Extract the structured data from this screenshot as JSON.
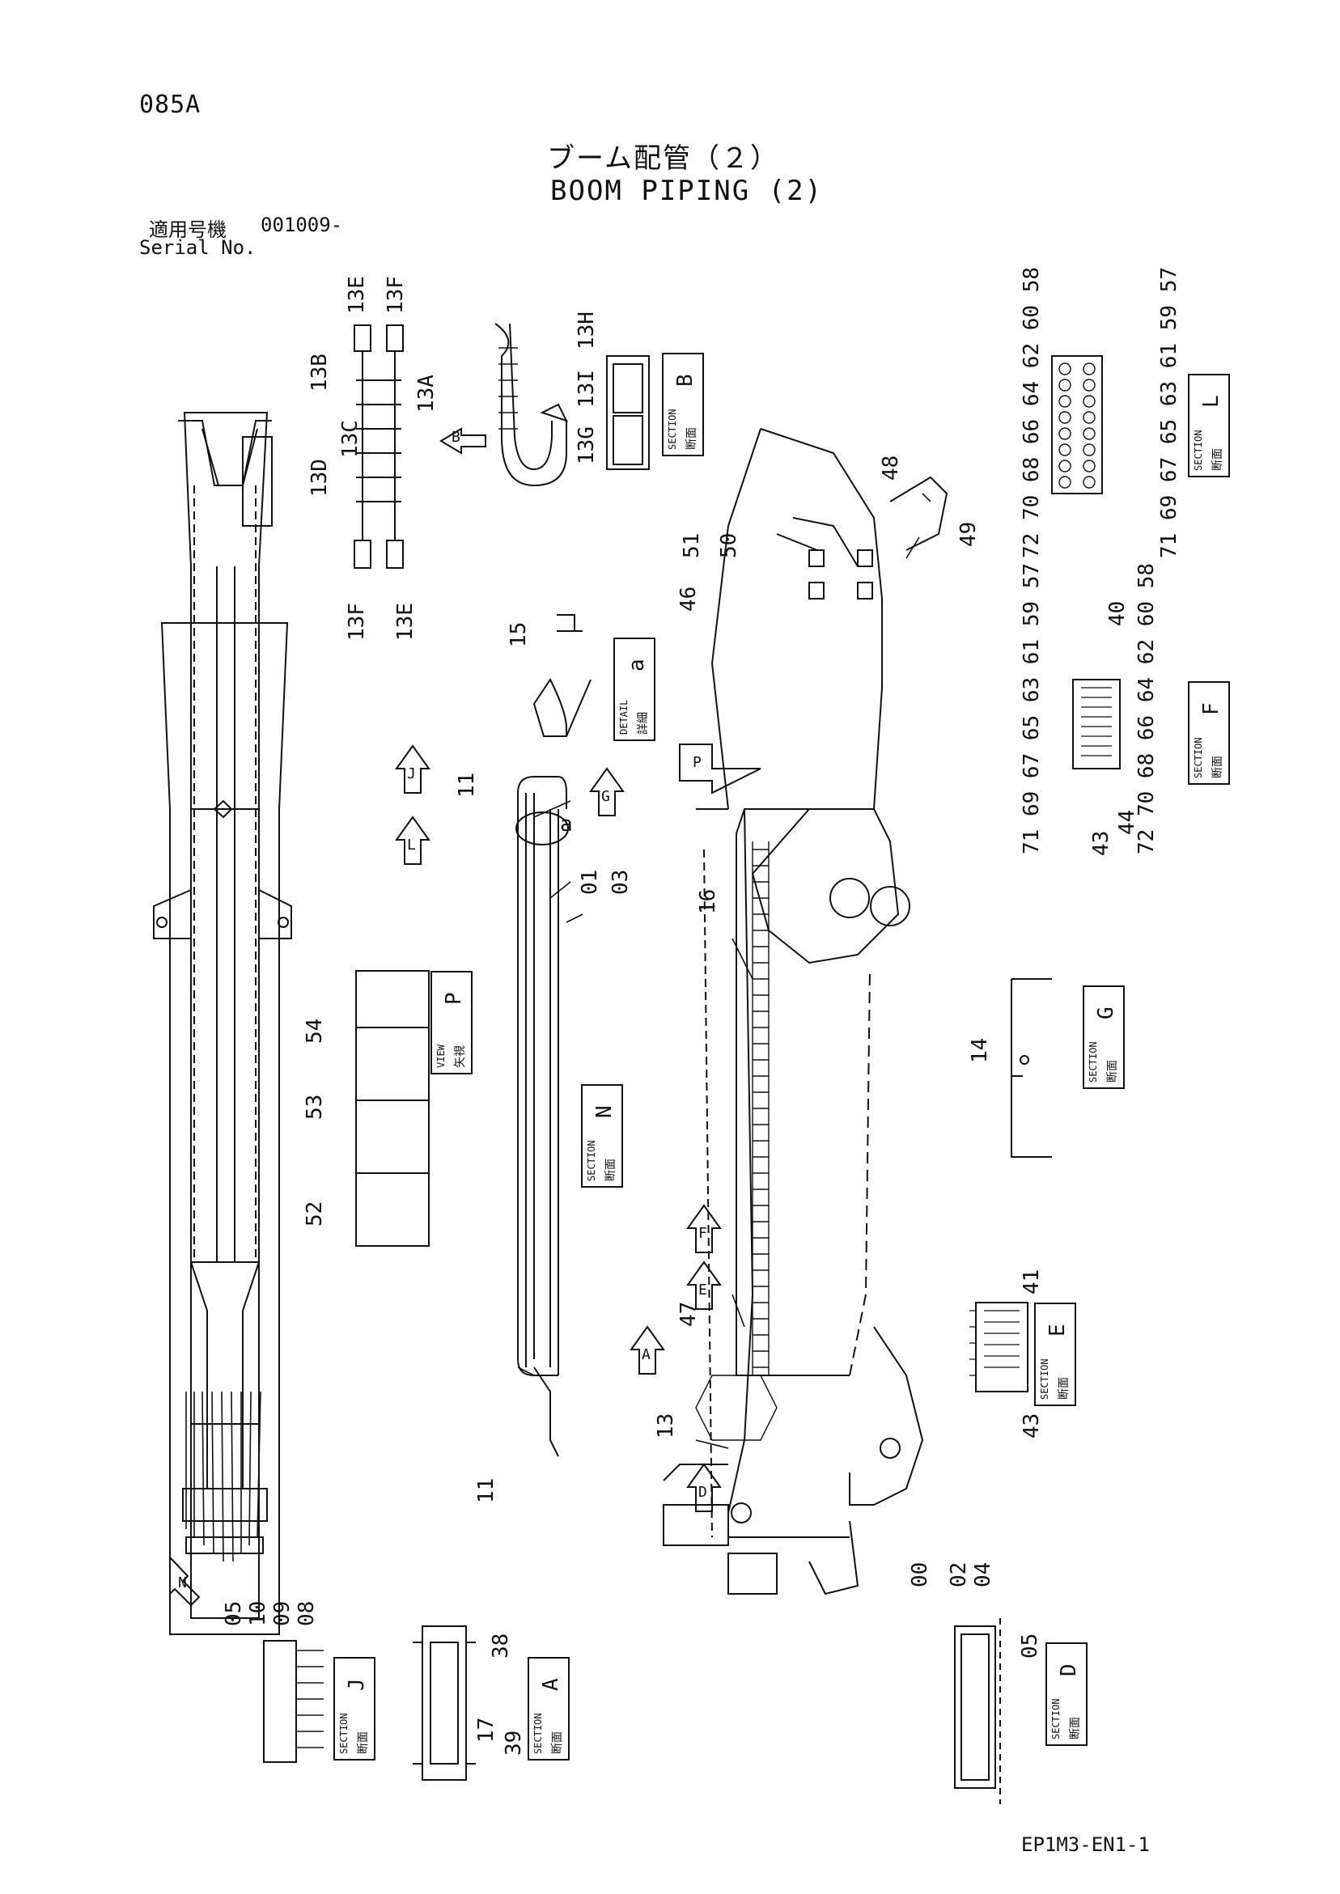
{
  "header": {
    "page_code": "085A",
    "title_jp": "ブーム配管（２）",
    "title_en": "BOOM PIPING (2)",
    "serial_label_jp": "適用号機",
    "serial_range": "001009-",
    "serial_label_en": "Serial No."
  },
  "footer": {
    "doc_code": "EP1M3-EN1-1"
  },
  "chain_labels": [
    "13E",
    "13F",
    "13B",
    "13A",
    "13D",
    "13C",
    "13F",
    "13E",
    "13H",
    "13I",
    "13G"
  ],
  "view_arrows": [
    "B",
    "J",
    "L",
    "G",
    "P",
    "F",
    "E",
    "A",
    "D",
    "N"
  ],
  "sections": {
    "B": {
      "kanji": "断面",
      "word": "SECTION",
      "letter": "B"
    },
    "L": {
      "kanji": "断面",
      "word": "SECTION",
      "letter": "L"
    },
    "F": {
      "kanji": "断面",
      "word": "SECTION",
      "letter": "F"
    },
    "a": {
      "kanji": "詳細",
      "word": "DETAIL",
      "letter": "a"
    },
    "P": {
      "kanji": "矢視",
      "word": "VIEW",
      "letter": "P"
    },
    "N": {
      "kanji": "断面",
      "word": "SECTION",
      "letter": "N"
    },
    "G": {
      "kanji": "断面",
      "word": "SECTION",
      "letter": "G"
    },
    "E": {
      "kanji": "断面",
      "word": "SECTION",
      "letter": "E"
    },
    "J": {
      "kanji": "断面",
      "word": "SECTION",
      "letter": "J"
    },
    "A": {
      "kanji": "断面",
      "word": "SECTION",
      "letter": "A"
    },
    "D": {
      "kanji": "断面",
      "word": "SECTION",
      "letter": "D"
    }
  },
  "parts": {
    "p15": "15",
    "p11a": "11",
    "p11b": "11",
    "p01": "01",
    "p03": "03",
    "pa": "a",
    "p16": "16",
    "p54": "54",
    "p53": "53",
    "p52": "52",
    "p47": "47",
    "p13": "13",
    "p51": "51",
    "p50": "50",
    "p46": "46",
    "p48": "48",
    "p49": "49",
    "p14": "14",
    "p40": "40",
    "p43f": "43",
    "p44": "44",
    "p41": "41",
    "p43e": "43",
    "p05j": "05",
    "p10": "10",
    "p09": "09",
    "p08": "08",
    "p38": "38",
    "p17": "17",
    "p39": "39",
    "p00": "00",
    "p02": "02",
    "p04": "04",
    "p05d": "05"
  },
  "section_L_labels": {
    "top": "72 70 68 66 64 62 60 58",
    "top_end": "71 69 67 65 63 61 59 57"
  },
  "section_F_labels": {
    "top": "71 69 67 65 63 61 59 57",
    "bottom": "72 70 68 66 64 62 60 58"
  }
}
